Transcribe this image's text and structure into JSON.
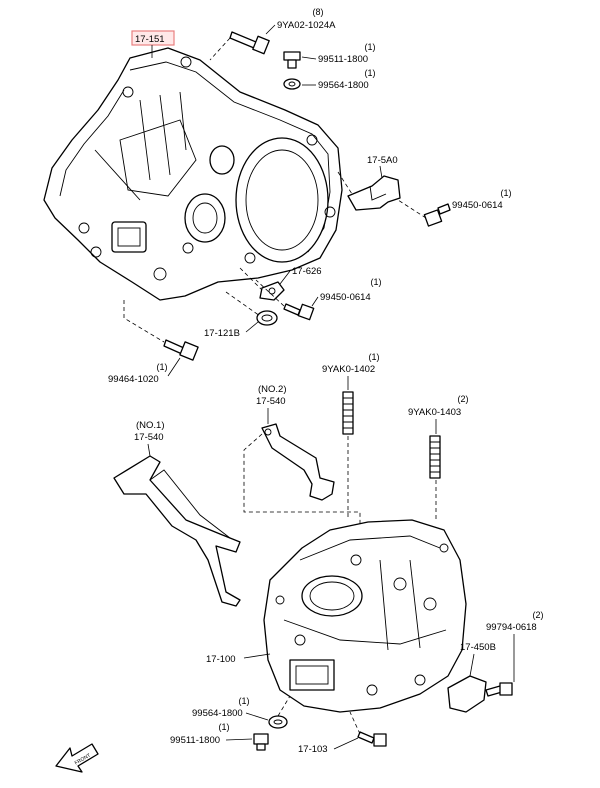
{
  "callouts": {
    "c17151": "17-151",
    "c9ya02_1024a": "9YA02-1024A",
    "q9ya02_1024a": "(8)",
    "c99511_top": "99511-1800",
    "q99511_top": "(1)",
    "c99564_top": "99564-1800",
    "q99564_top": "(1)",
    "c17_5a0": "17-5A0",
    "c99450_0614_a": "99450-0614",
    "q99450_0614_a": "(1)",
    "c17_626": "17-626",
    "c99450_0614_b": "99450-0614",
    "q99450_0614_b": "(1)",
    "c17_121b": "17-121B",
    "c99464_1020": "99464-1020",
    "q99464_1020": "(1)",
    "c9yak0_1402": "9YAK0-1402",
    "q9yak0_1402": "(1)",
    "c17_540_no2_tag": "(NO.2)",
    "c17_540_no2": "17-540",
    "c9yak0_1403": "9YAK0-1403",
    "q9yak0_1403": "(2)",
    "c17_540_no1_tag": "(NO.1)",
    "c17_540_no1": "17-540",
    "c99794_0618": "99794-0618",
    "q99794_0618": "(2)",
    "c17_450b": "17-450B",
    "c17_100": "17-100",
    "c99564_bottom": "99564-1800",
    "q99564_bottom": "(1)",
    "c99511_bottom": "99511-1800",
    "q99511_bottom": "(1)",
    "c17_103": "17-103",
    "front_arrow": "FRONT"
  },
  "colors": {
    "highlight": "#e88080",
    "line": "#000000"
  }
}
